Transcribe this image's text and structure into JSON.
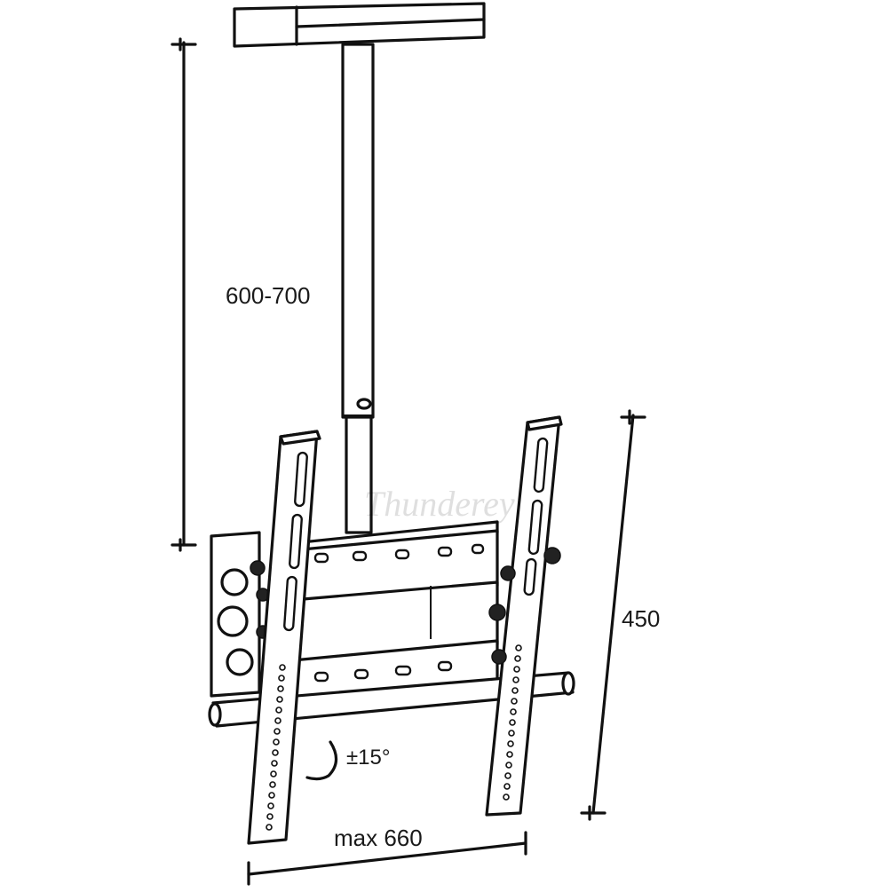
{
  "dimensions": {
    "ceiling_drop": "600-700",
    "vesa_height": "450",
    "vesa_width": "max 660",
    "tilt": "±15°"
  },
  "watermark": "Thunderey",
  "icons": {
    "tilt_arrow": "tilt-arc-icon"
  }
}
